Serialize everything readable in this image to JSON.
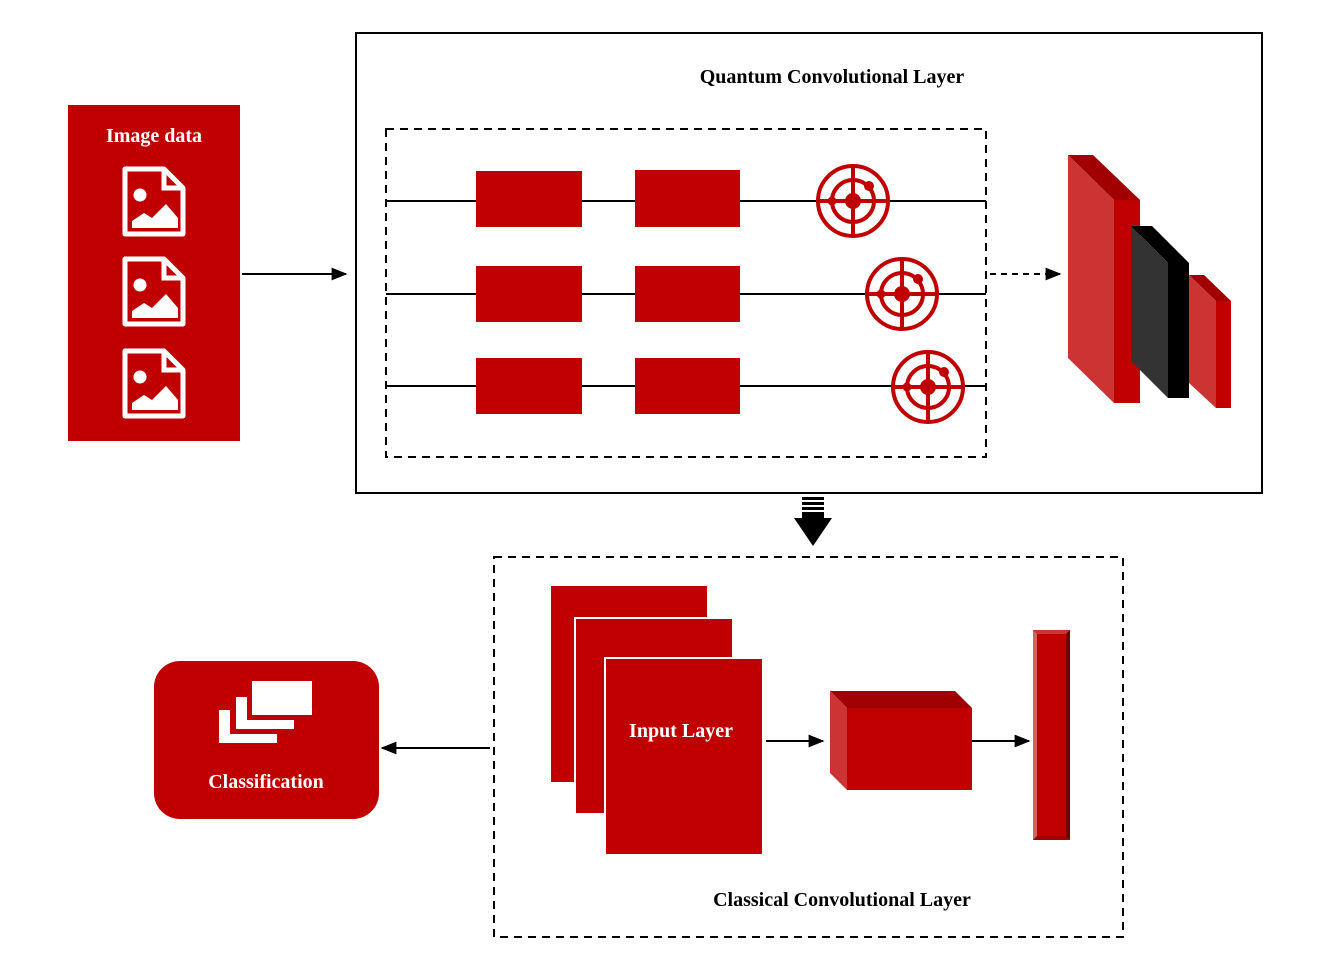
{
  "colors": {
    "primary_red": "#C00000",
    "light_red": "#CC3333",
    "dark_red": "#A00000",
    "darkest_red": "#700000",
    "pale_red": "#D96060",
    "charcoal": "#333333",
    "black": "#000000",
    "white": "#FFFFFF"
  },
  "image_data": {
    "title": "Image data",
    "icons": [
      "image-file-icon",
      "image-file-icon",
      "image-file-icon"
    ]
  },
  "quantum_layer": {
    "title": "Quantum Convolutional Layer",
    "qubit_lines": [
      {
        "gates": [
          "gate",
          "gate"
        ],
        "measurement": "target-measure-icon"
      },
      {
        "gates": [
          "gate",
          "gate"
        ],
        "measurement": "target-measure-icon"
      },
      {
        "gates": [
          "gate",
          "gate"
        ],
        "measurement": "target-measure-icon"
      }
    ],
    "feature_maps": [
      "red-block",
      "black-block",
      "red-block-small"
    ]
  },
  "classical_layer": {
    "title": "Classical Convolutional Layer",
    "input_label": "Input Layer",
    "stages": [
      "input-stack",
      "conv-block",
      "dense-bar"
    ]
  },
  "classification": {
    "label": "Classification",
    "icon": "layers-icon"
  }
}
